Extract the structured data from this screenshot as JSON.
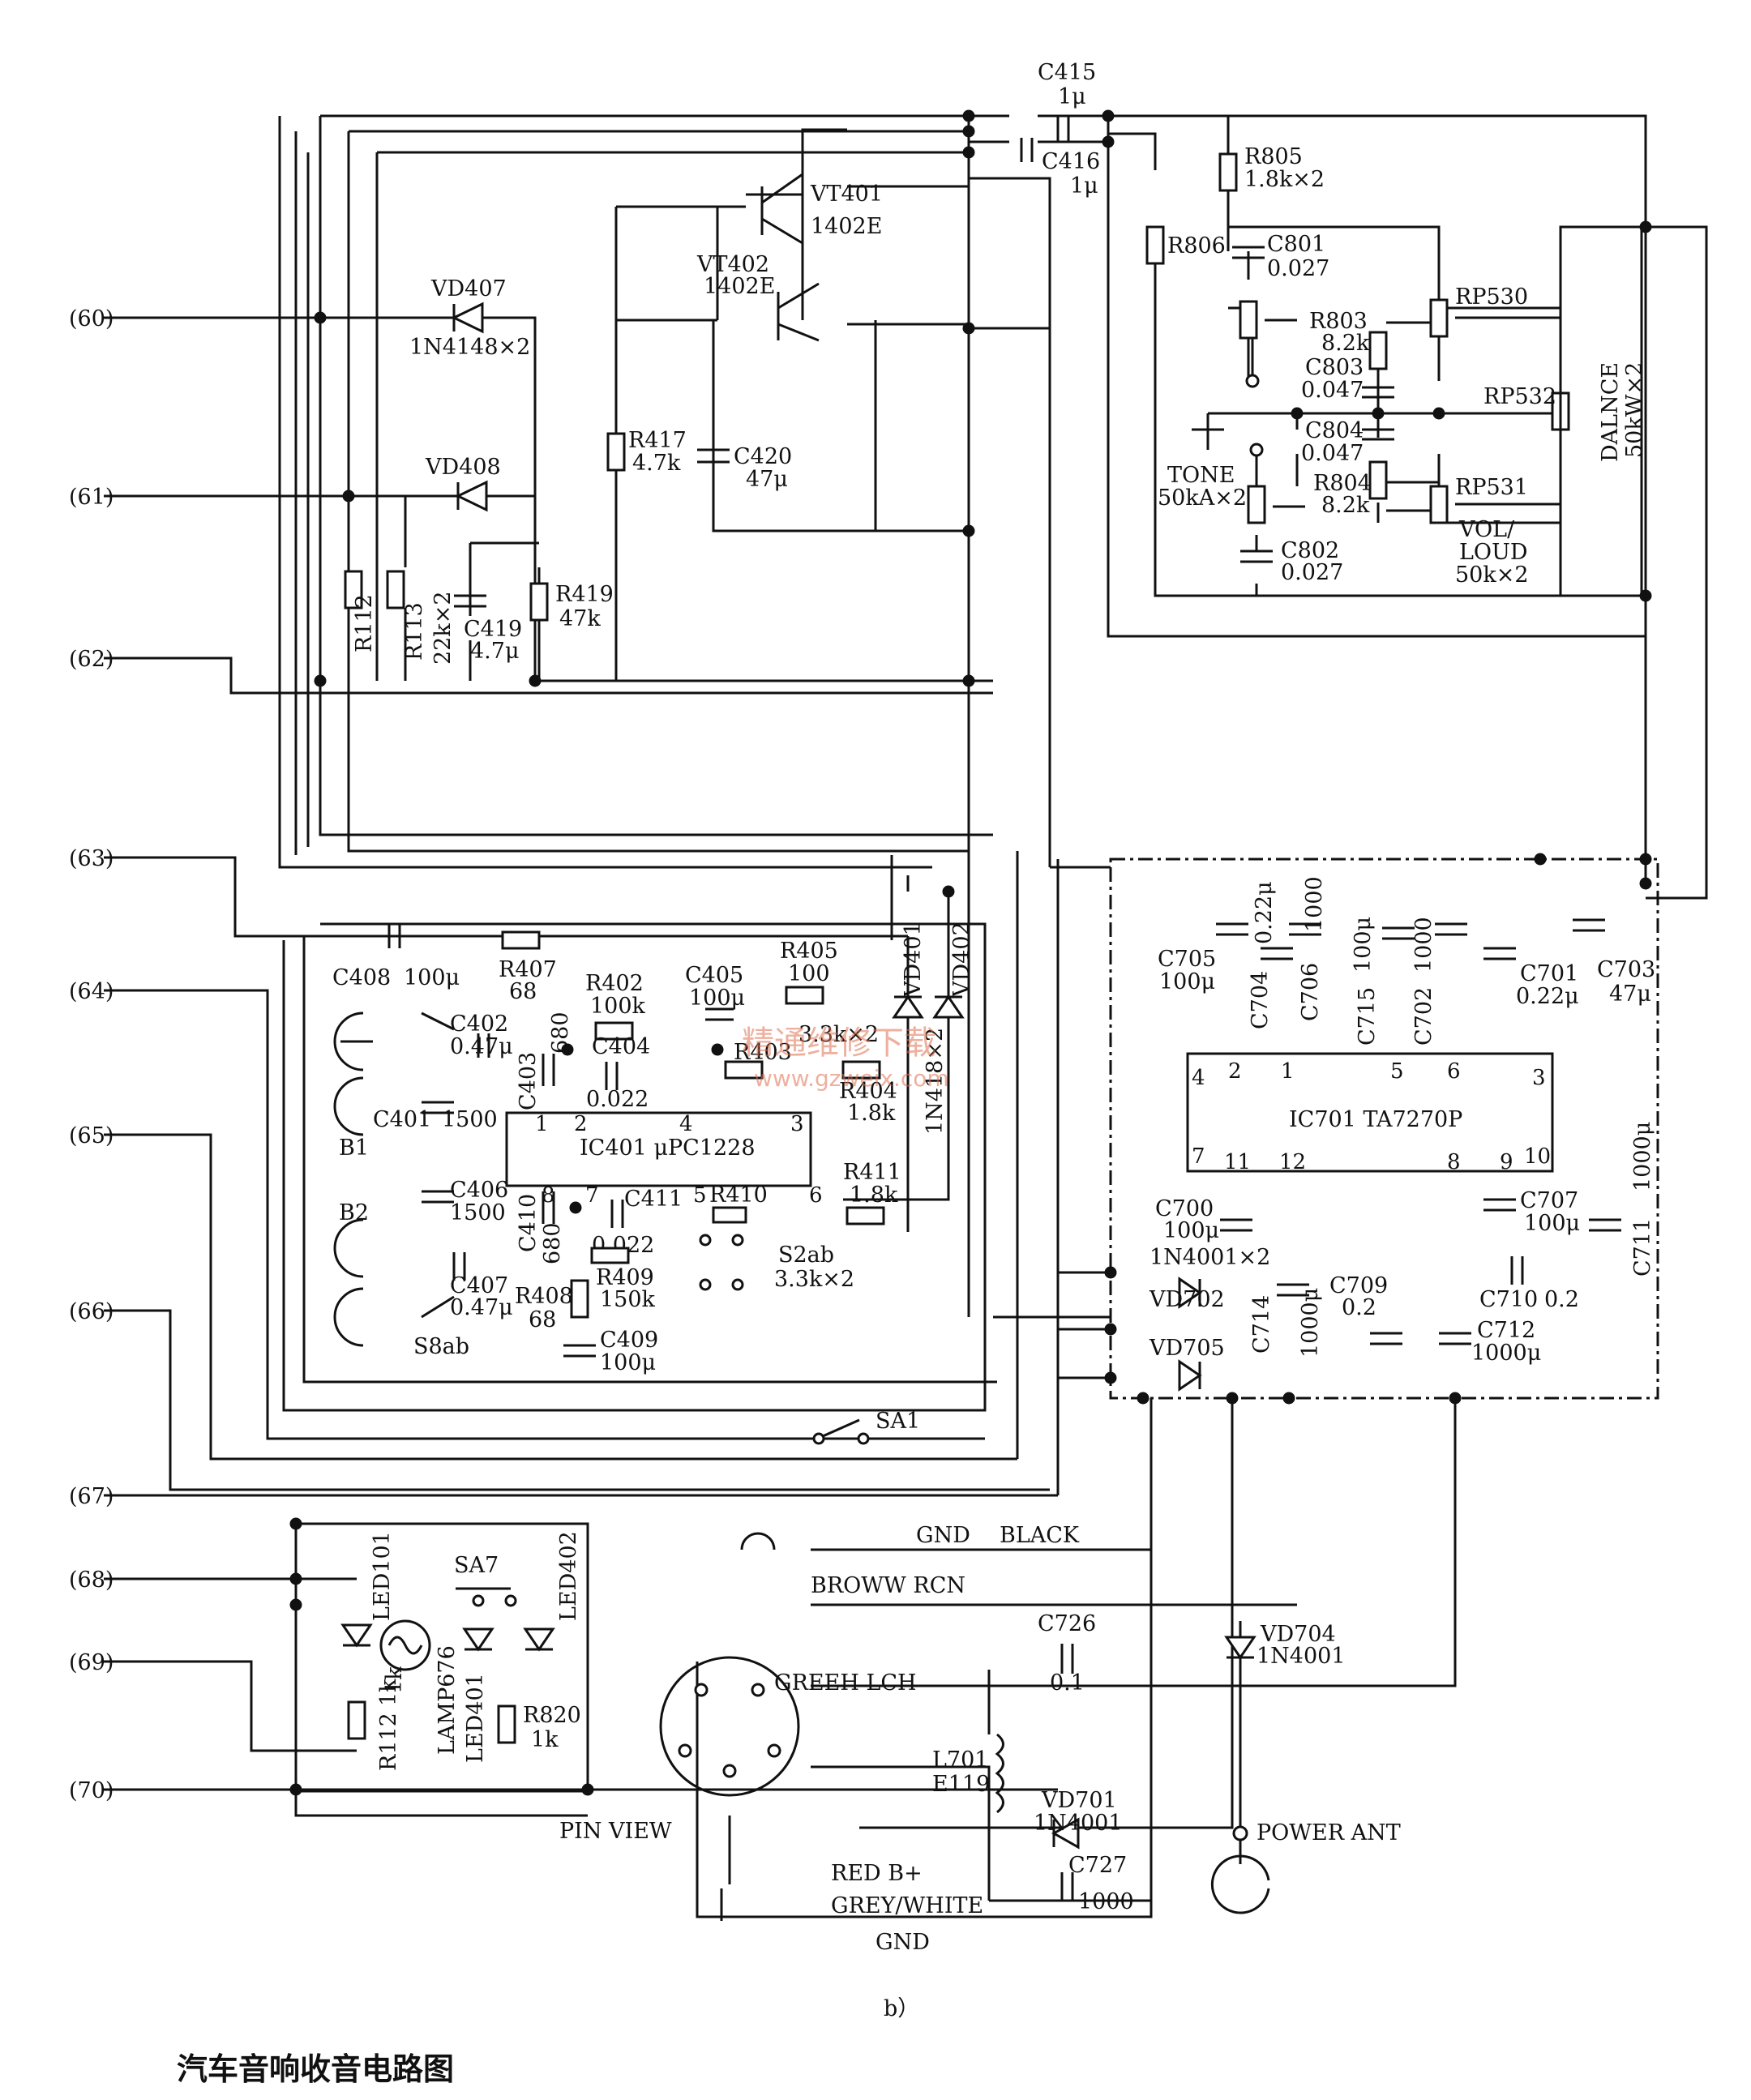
{
  "connectors": [
    "(60)",
    "(61)",
    "(62)",
    "(63)",
    "(64)",
    "(65)",
    "(66)",
    "(67)",
    "(68)",
    "(69)",
    "(70)"
  ],
  "transistors": {
    "vt401": [
      "VT401",
      "1402E"
    ],
    "vt402": [
      "VT402",
      "1402E"
    ]
  },
  "diodes": {
    "vd407": [
      "VD407",
      "1N4148×2"
    ],
    "vd408": "VD408",
    "vd401": "VD401",
    "vd402": "VD402",
    "vd401_402_value": "1N418×2",
    "vd702": "VD702",
    "vd705": "VD705",
    "vd704": [
      "VD704",
      "1N4001"
    ],
    "vd701": [
      "VD701",
      "1N4001"
    ],
    "vd700_value": "1N4001×2"
  },
  "resistors": {
    "r805": [
      "R805",
      "1.8k×2"
    ],
    "r806": "R806",
    "r803": [
      "R803",
      "8.2k"
    ],
    "r804": [
      "R804",
      "8.2k"
    ],
    "r417": [
      "R417",
      "4.7k"
    ],
    "r419": [
      "R419",
      "47k"
    ],
    "r112_top": "R112",
    "r113": [
      "R113",
      "22k×2"
    ],
    "r407": [
      "R407",
      "68"
    ],
    "r402": [
      "R402",
      "100k"
    ],
    "r405": [
      "R405",
      "100"
    ],
    "r403": "R403",
    "r403_value": "3.3k×2",
    "r404": [
      "R404",
      "1.8k"
    ],
    "r411": [
      "R411",
      "1.8k"
    ],
    "r410": "R410",
    "r409": [
      "R409",
      "150k"
    ],
    "r408": [
      "R408",
      "68"
    ],
    "r112_bottom": [
      "R112",
      "1k"
    ],
    "r820": [
      "R820",
      "1k"
    ]
  },
  "capacitors": {
    "c415": [
      "C415",
      "1μ"
    ],
    "c416": [
      "C416",
      "1μ"
    ],
    "c801": [
      "C801",
      "0.027"
    ],
    "c802": [
      "C802",
      "0.027"
    ],
    "c803": [
      "C803",
      "0.047"
    ],
    "c804": [
      "C804",
      "0.047"
    ],
    "c420": [
      "C420",
      "47μ"
    ],
    "c419": [
      "C419",
      "4.7μ"
    ],
    "c408": [
      "C408",
      "100μ"
    ],
    "c405": [
      "C405",
      "100μ"
    ],
    "c402": [
      "C402",
      "0.47μ"
    ],
    "c403": [
      "C403",
      "680"
    ],
    "c404": [
      "C404",
      "0.022"
    ],
    "c401": [
      "C401",
      "1500"
    ],
    "c406": [
      "C406",
      "1500"
    ],
    "c410": [
      "C410",
      "680"
    ],
    "c411": [
      "C411",
      "0.022"
    ],
    "c407": [
      "C407",
      "0.47μ"
    ],
    "c409": [
      "C409",
      "100μ"
    ],
    "c705": [
      "C705",
      "100μ"
    ],
    "c704": [
      "C704",
      "0.22μ"
    ],
    "c706": [
      "C706",
      "1000"
    ],
    "c715": [
      "C715",
      "100μ"
    ],
    "c702": [
      "C702",
      "1000"
    ],
    "c701": [
      "C701",
      "0.22μ"
    ],
    "c703": [
      "C703",
      "47μ"
    ],
    "c700": [
      "C700",
      "100μ"
    ],
    "c707": [
      "C707",
      "100μ"
    ],
    "c711": [
      "C711",
      "1000μ"
    ],
    "c714": [
      "C714",
      "1000μ"
    ],
    "c709": [
      "C709",
      "0.2"
    ],
    "c710": [
      "C710",
      "0.2"
    ],
    "c712": [
      "C712",
      "1000μ"
    ],
    "c726": [
      "C726",
      "0.1"
    ],
    "c727": [
      "C727",
      "1000"
    ]
  },
  "pots": {
    "rp530": "RP530",
    "rp532": "RP532",
    "rp531": "RP531",
    "tone": [
      "TONE",
      "50kA×2"
    ],
    "vol": [
      "VOL/",
      "LOUD",
      "50k×2"
    ],
    "balance": [
      "DALNCE",
      "50kW×2"
    ]
  },
  "ics": {
    "ic401": "IC401 μPC1228",
    "ic401_pins": [
      "1",
      "2",
      "4",
      "3",
      "8",
      "7",
      "5",
      "6"
    ],
    "ic701": "IC701 TA7270P",
    "ic701_pins": [
      "4",
      "2",
      "1",
      "5",
      "6",
      "3",
      "7",
      "11",
      "12",
      "8",
      "9",
      "10"
    ]
  },
  "heads": [
    "B1",
    "B2"
  ],
  "switches": [
    "S8ab",
    "S2ab",
    "3.3k×2",
    "SA1",
    "SA7"
  ],
  "lamps": {
    "led101": "LED101",
    "led402": "LED402",
    "led401": "LED401",
    "lamp": "LAMP676",
    "lamp_value": "1k"
  },
  "wiring": {
    "gnd_black": [
      "GND",
      "BLACK"
    ],
    "brown_rch": "BROWW RCN",
    "green_lch": "GREEH LCH",
    "red_b": "RED B+",
    "grey_white": "GREY/WHITE",
    "gnd": "GND",
    "pin_view": "PIN VIEW",
    "l701": [
      "L701",
      "E119"
    ],
    "power_ant": "POWER ANT"
  },
  "subfigure": "b）",
  "watermark": [
    "精通维修下载",
    "www.gzweix.com"
  ],
  "caption": "汽车音响收音电路图"
}
